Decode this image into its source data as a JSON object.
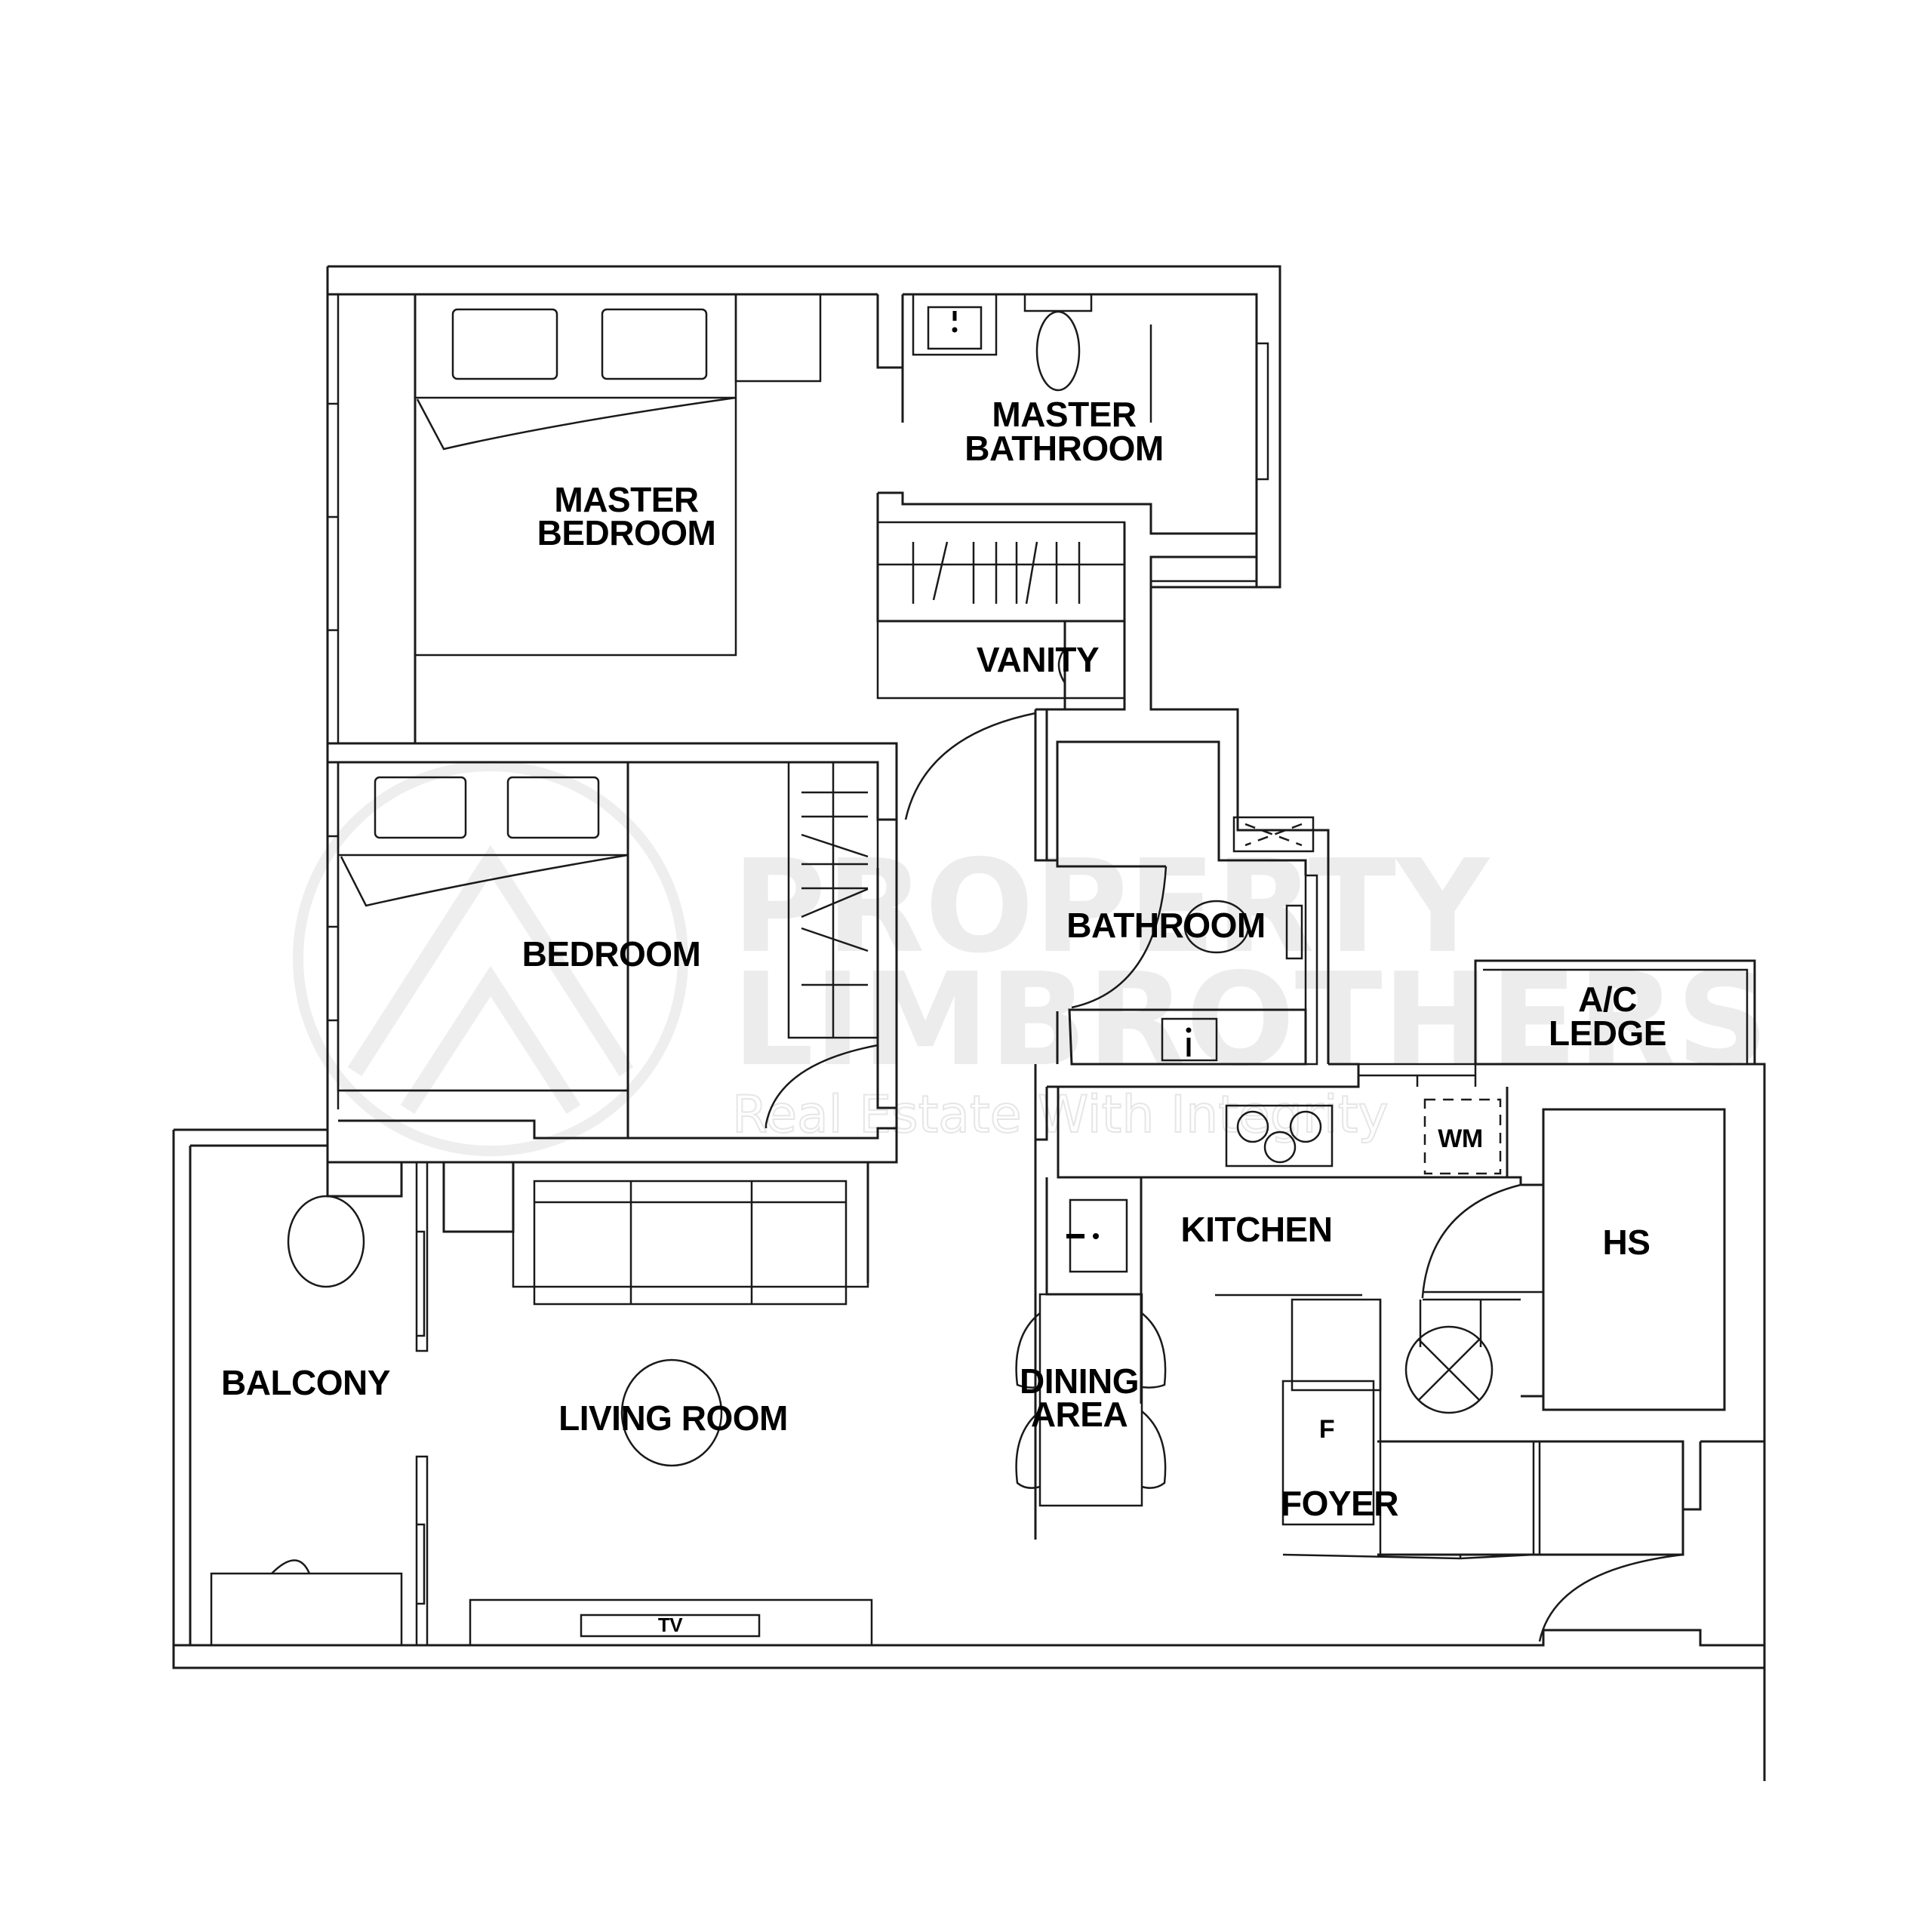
{
  "plan": {
    "rooms": {
      "master_bedroom": [
        "MASTER",
        "BEDROOM"
      ],
      "master_bathroom": [
        "MASTER",
        "BATHROOM"
      ],
      "vanity": "VANITY",
      "bedroom": "BEDROOM",
      "bathroom": "BATHROOM",
      "ac_ledge": [
        "A/C",
        "LEDGE"
      ],
      "kitchen": "KITCHEN",
      "hs": "HS",
      "dining_area": [
        "DINING",
        "AREA"
      ],
      "foyer": "FOYER",
      "balcony": "BALCONY",
      "living_room": "LIVING ROOM"
    },
    "fixtures": {
      "washing_machine": "WM",
      "fridge": "F",
      "tv": "TV"
    },
    "watermark": {
      "line1": "PROPERTY",
      "line2": "LIMBROTHERS",
      "tagline": "Real Estate With Integrity"
    }
  }
}
